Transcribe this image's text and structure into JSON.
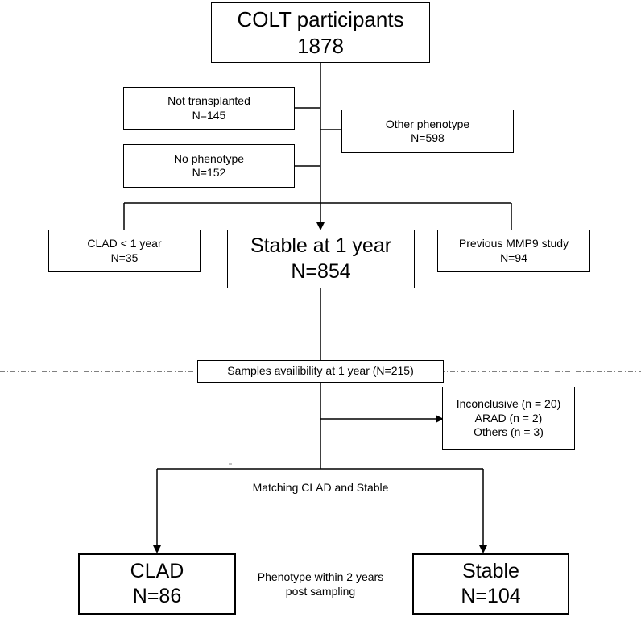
{
  "nodes": {
    "colt": {
      "title": "COLT participants",
      "value": "1878"
    },
    "not_transplanted": {
      "title": "Not transplanted",
      "value": "N=145"
    },
    "other_phenotype": {
      "title": "Other phenotype",
      "value": "N=598"
    },
    "no_phenotype": {
      "title": "No phenotype",
      "value": "N=152"
    },
    "clad_lt1": {
      "title": "CLAD < 1 year",
      "value": "N=35"
    },
    "stable_1yr": {
      "title": "Stable at 1 year",
      "value": "N=854"
    },
    "prev_mmp9": {
      "title": "Previous MMP9 study",
      "value": "N=94"
    },
    "samples": {
      "title": "Samples availibility at 1 year (N=215)"
    },
    "excluded": {
      "line1": "Inconclusive (n = 20)",
      "line2": "ARAD (n = 2)",
      "line3": "Others (n = 3)"
    },
    "clad": {
      "title": "CLAD",
      "value": "N=86"
    },
    "stable": {
      "title": "Stable",
      "value": "N=104"
    }
  },
  "labels": {
    "matching": "Matching CLAD and Stable",
    "phenotype_line1": "Phenotype within 2 years",
    "phenotype_line2": "post sampling"
  },
  "colors": {
    "stroke": "#000000",
    "background": "#ffffff"
  }
}
